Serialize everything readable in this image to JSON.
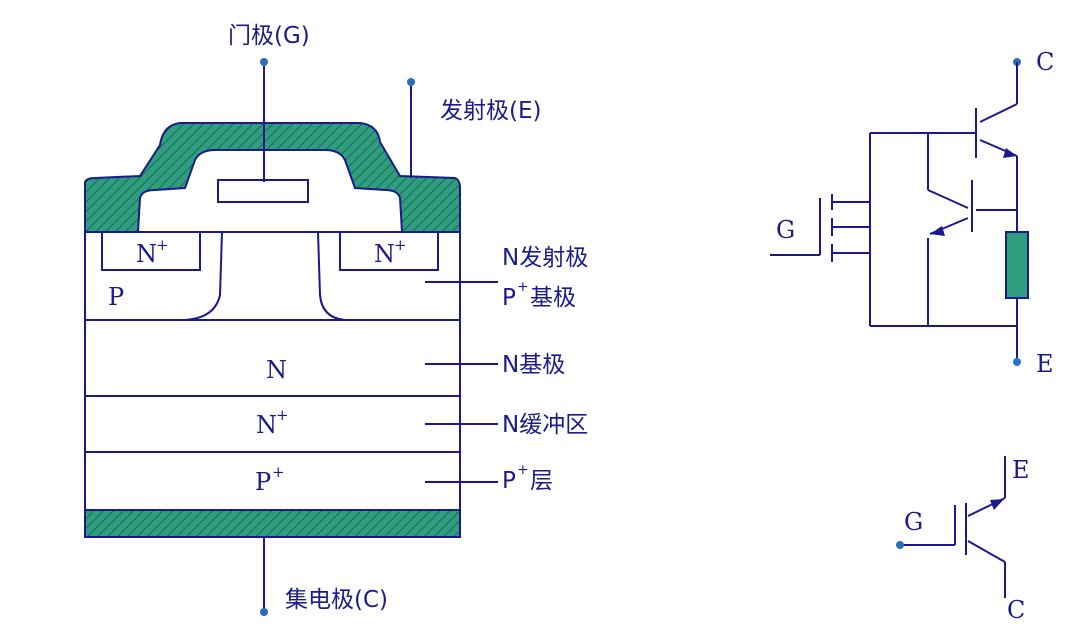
{
  "colors": {
    "line": "#1a1a8c",
    "metal": "#2e9e7e",
    "resistor": "#2e9e7e",
    "background": "#ffffff"
  },
  "cross_section": {
    "gate_terminal": "门极(G)",
    "emitter_terminal": "发射极(E)",
    "collector_terminal": "集电极(C)",
    "region_n_plus_left": "N",
    "region_n_plus_right": "N",
    "region_p": "P",
    "region_n": "N",
    "region_n_buffer": "N",
    "region_p_plus": "P",
    "superscript_plus": "+",
    "callout_n_emitter": "N发射极",
    "callout_p_base_prefix": "P",
    "callout_p_base_suffix": "基极",
    "callout_n_base": "N基极",
    "callout_n_buffer": "N缓冲区",
    "callout_p_layer_prefix": "P",
    "callout_p_layer_suffix": "层"
  },
  "equivalent_circuit": {
    "terminal_c": "C",
    "terminal_e": "E",
    "terminal_g": "G"
  },
  "symbol": {
    "terminal_e": "E",
    "terminal_g": "G",
    "terminal_c": "C"
  }
}
